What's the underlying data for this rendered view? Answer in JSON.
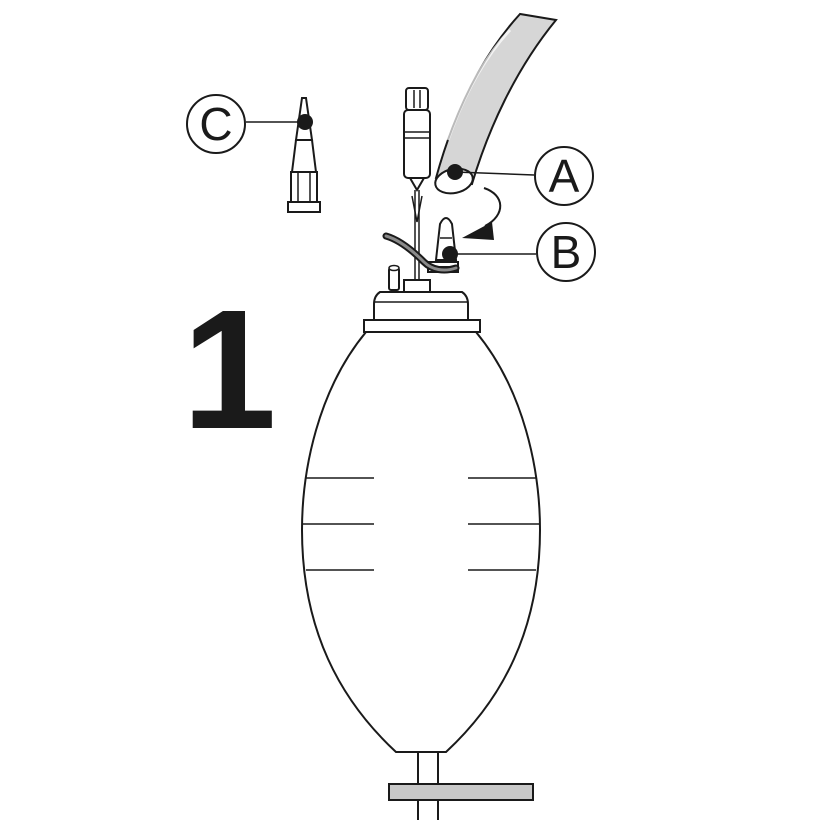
{
  "step": {
    "number": "1"
  },
  "callouts": {
    "a": {
      "letter": "A"
    },
    "b": {
      "letter": "B"
    },
    "c": {
      "letter": "C"
    }
  },
  "colors": {
    "line": "#1a1a1a",
    "tube_fill": "#d6d6d6",
    "bulb_fill": "#ffffff",
    "base_fill": "#c8c8c8"
  }
}
